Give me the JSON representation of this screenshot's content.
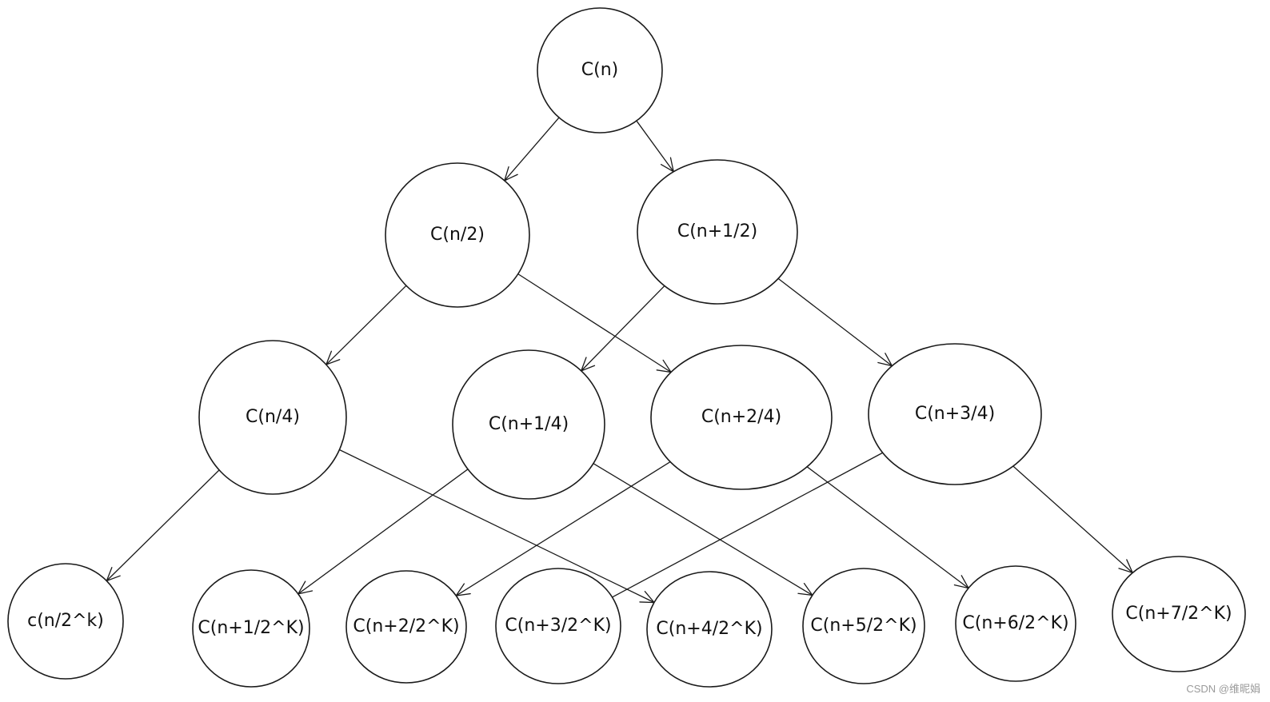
{
  "nodes": [
    {
      "id": "root",
      "label": "C(n)"
    },
    {
      "id": "l1a",
      "label": "C(n/2)"
    },
    {
      "id": "l1b",
      "label": "C(n+1/2)"
    },
    {
      "id": "l2a",
      "label": "C(n/4)"
    },
    {
      "id": "l2b",
      "label": "C(n+1/4)"
    },
    {
      "id": "l2c",
      "label": "C(n+2/4)"
    },
    {
      "id": "l2d",
      "label": "C(n+3/4)"
    },
    {
      "id": "l3a",
      "label": "c(n/2^k)"
    },
    {
      "id": "l3b",
      "label": "C(n+1/2^K)"
    },
    {
      "id": "l3c",
      "label": "C(n+2/2^K)"
    },
    {
      "id": "l3d",
      "label": "C(n+3/2^K)"
    },
    {
      "id": "l3e",
      "label": "C(n+4/2^K)"
    },
    {
      "id": "l3f",
      "label": "C(n+5/2^K)"
    },
    {
      "id": "l3g",
      "label": "C(n+6/2^K)"
    },
    {
      "id": "l3h",
      "label": "C(n+7/2^K)"
    }
  ],
  "edges": [
    {
      "from": "root",
      "to": "l1a",
      "arrow": true
    },
    {
      "from": "root",
      "to": "l1b",
      "arrow": true
    },
    {
      "from": "l1a",
      "to": "l2a",
      "arrow": true
    },
    {
      "from": "l1a",
      "to": "l2c",
      "arrow": true
    },
    {
      "from": "l1b",
      "to": "l2b",
      "arrow": true
    },
    {
      "from": "l1b",
      "to": "l2d",
      "arrow": true
    },
    {
      "from": "l2a",
      "to": "l3a",
      "arrow": true
    },
    {
      "from": "l2a",
      "to": "l3e",
      "arrow": true
    },
    {
      "from": "l2b",
      "to": "l3b",
      "arrow": true
    },
    {
      "from": "l2b",
      "to": "l3f",
      "arrow": true
    },
    {
      "from": "l2c",
      "to": "l3c",
      "arrow": true
    },
    {
      "from": "l2c",
      "to": "l3g",
      "arrow": true
    },
    {
      "from": "l2d",
      "to": "l3d",
      "arrow": false
    },
    {
      "from": "l2d",
      "to": "l3h",
      "arrow": true
    }
  ],
  "watermark": "CSDN @维昵娟"
}
